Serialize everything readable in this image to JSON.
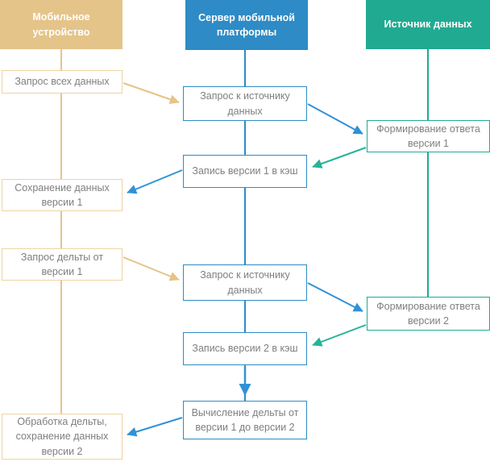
{
  "palette": {
    "tan": "#e5c489",
    "tan_light": "#eed3a2",
    "blue": "#2e8bc5",
    "teal": "#21aa92",
    "blue_arrow": "#3191d6",
    "teal_arrow": "#25b39b",
    "gray_text": "#7f7f7f"
  },
  "diagram": {
    "type": "flowchart-swimlane",
    "columns": [
      {
        "id": "mobile-device",
        "label": "Мобильное устройство",
        "color": "#e5c489"
      },
      {
        "id": "mobile-platform-server",
        "label": "Сервер мобильной платформы",
        "color": "#2e8bc5"
      },
      {
        "id": "data-source",
        "label": "Источник данных",
        "color": "#21aa92"
      }
    ],
    "nodes": [
      {
        "id": "request-all-data",
        "column": "mobile-device",
        "label": "Запрос всех данных"
      },
      {
        "id": "save-data-v1",
        "column": "mobile-device",
        "label": "Сохранение данных версии 1"
      },
      {
        "id": "request-delta-from-v1",
        "column": "mobile-device",
        "label": "Запрос дельты от версии 1"
      },
      {
        "id": "process-delta-save-v2",
        "column": "mobile-device",
        "label": "Обработка дельты, сохранение данных версии 2"
      },
      {
        "id": "request-to-source-1",
        "column": "mobile-platform-server",
        "label": "Запрос к источнику данных"
      },
      {
        "id": "write-v1-to-cache",
        "column": "mobile-platform-server",
        "label": "Запись версии 1 в кэш"
      },
      {
        "id": "request-to-source-2",
        "column": "mobile-platform-server",
        "label": "Запрос к источнику данных"
      },
      {
        "id": "write-v2-to-cache",
        "column": "mobile-platform-server",
        "label": "Запись версии 2 в кэш"
      },
      {
        "id": "compute-delta-v1-v2",
        "column": "mobile-platform-server",
        "label": "Вычисление дельты от версии 1 до версии 2"
      },
      {
        "id": "form-response-v1",
        "column": "data-source",
        "label": "Формирование ответа версии 1"
      },
      {
        "id": "form-response-v2",
        "column": "data-source",
        "label": "Формирование ответа версии 2"
      }
    ],
    "edges": [
      {
        "from": "request-all-data",
        "to": "request-to-source-1",
        "color": "tan"
      },
      {
        "from": "request-to-source-1",
        "to": "form-response-v1",
        "color": "blue"
      },
      {
        "from": "form-response-v1",
        "to": "write-v1-to-cache",
        "color": "teal"
      },
      {
        "from": "write-v1-to-cache",
        "to": "save-data-v1",
        "color": "blue"
      },
      {
        "from": "request-delta-from-v1",
        "to": "request-to-source-2",
        "color": "tan"
      },
      {
        "from": "request-to-source-2",
        "to": "form-response-v2",
        "color": "blue"
      },
      {
        "from": "form-response-v2",
        "to": "write-v2-to-cache",
        "color": "teal"
      },
      {
        "from": "write-v2-to-cache",
        "to": "compute-delta-v1-v2",
        "color": "blue"
      },
      {
        "from": "compute-delta-v1-v2",
        "to": "process-delta-save-v2",
        "color": "blue"
      }
    ]
  }
}
